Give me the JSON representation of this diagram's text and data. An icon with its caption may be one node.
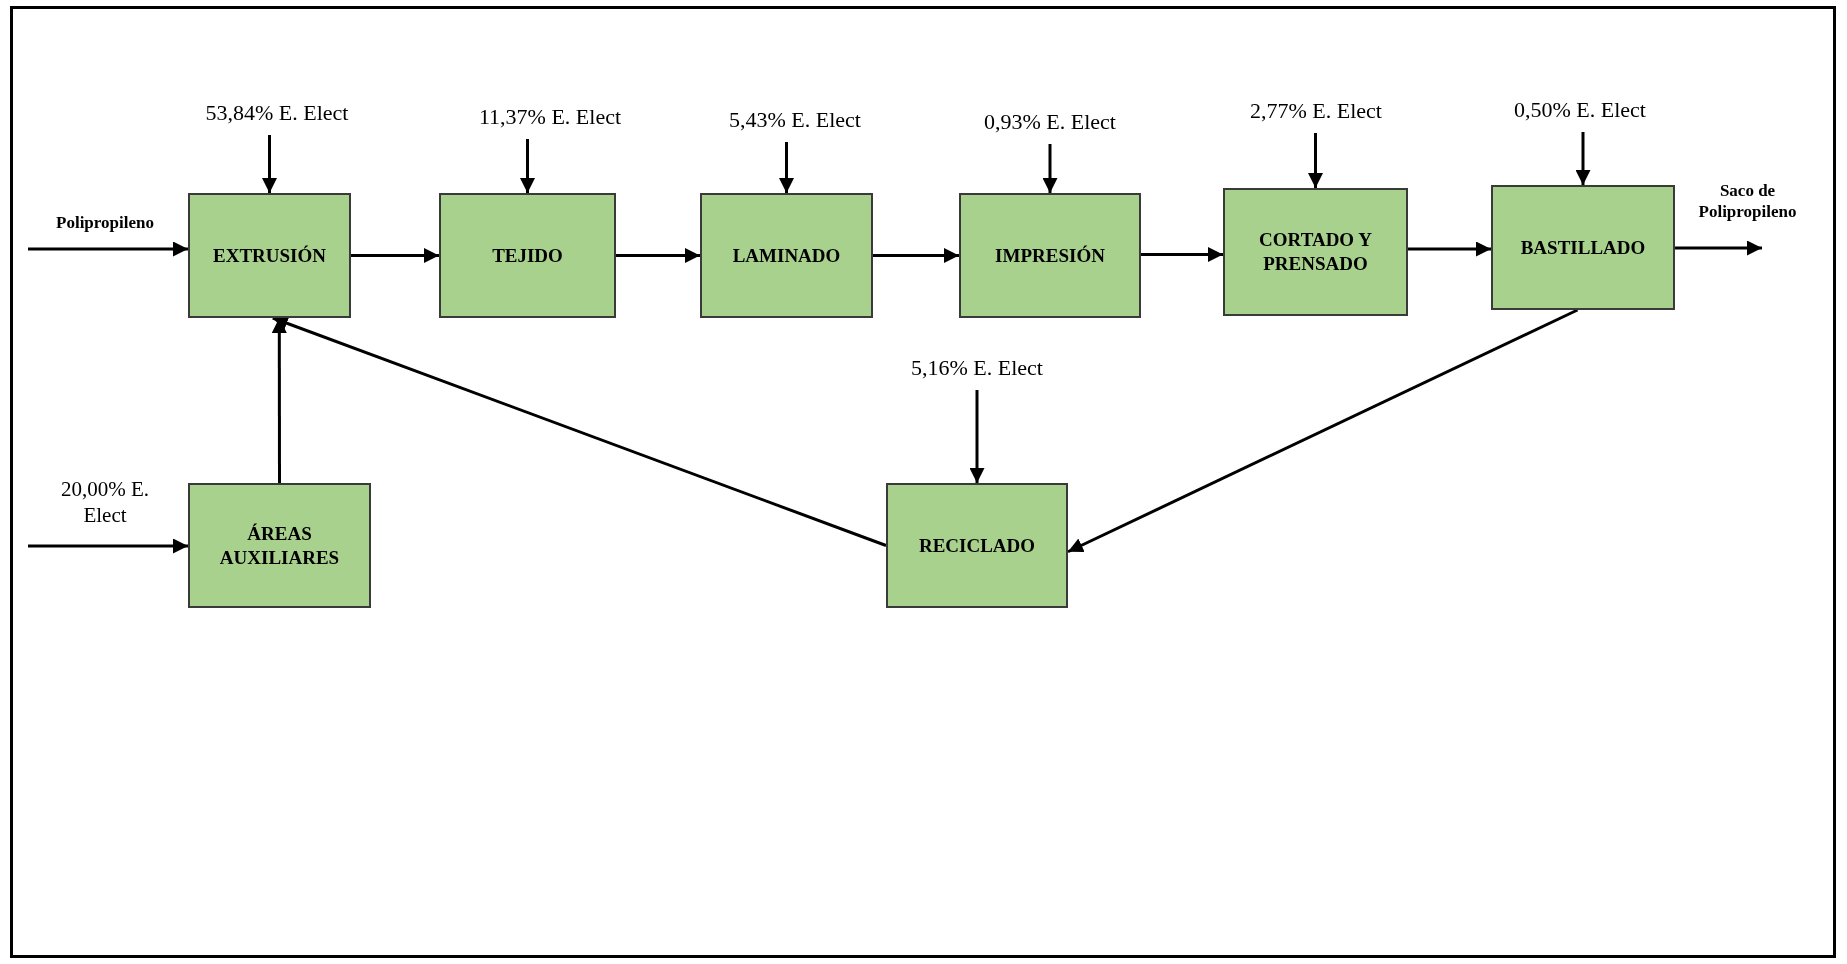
{
  "diagram": {
    "nodes": [
      {
        "text": [
          "53,84% E. Elect"
        ]
      },
      {
        "text": [
          "EXTRUSIÓN"
        ]
      },
      {
        "text": [
          "11,37% E. Elect"
        ]
      },
      {
        "text": [
          "TEJIDO"
        ]
      },
      {
        "text": [
          "5,43% E. Elect"
        ]
      },
      {
        "text": [
          "LAMINADO"
        ]
      },
      {
        "text": [
          "0,93% E. Elect"
        ]
      },
      {
        "text": [
          "IMPRESIÓN"
        ]
      },
      {
        "text": [
          "2,77% E. Elect"
        ]
      },
      {
        "text": [
          "CORTADO Y PRENSADO"
        ]
      },
      {
        "text": [
          "0,50% E. Elect"
        ]
      },
      {
        "text": [
          "BASTILLADO"
        ]
      },
      {
        "text": [
          "5,16% E. Elect"
        ]
      },
      {
        "text": [
          "ÁREAS AUXILIARES"
        ]
      },
      {
        "text": [
          "RECICLADO"
        ]
      }
    ],
    "edges": [
      {
        "from": null,
        "to": 1,
        "arrow": "to",
        "label": "Polipropileno"
      },
      {
        "from": 0,
        "to": 1,
        "arrow": "to"
      },
      {
        "from": 1,
        "to": 3,
        "arrow": "to"
      },
      {
        "from": 2,
        "to": 3,
        "arrow": "to"
      },
      {
        "from": 3,
        "to": 5,
        "arrow": "to"
      },
      {
        "from": 4,
        "to": 5,
        "arrow": "to"
      },
      {
        "from": 5,
        "to": 7,
        "arrow": "to"
      },
      {
        "from": 6,
        "to": 7,
        "arrow": "to"
      },
      {
        "from": 7,
        "to": 9,
        "arrow": "to"
      },
      {
        "from": 8,
        "to": 9,
        "arrow": "to"
      },
      {
        "from": 9,
        "to": 11,
        "arrow": "to"
      },
      {
        "from": 10,
        "to": 11,
        "arrow": "to"
      },
      {
        "from": 11,
        "to": null,
        "arrow": "to",
        "label": "Saco de Polipropileno"
      },
      {
        "from": null,
        "to": 13,
        "arrow": "to",
        "label": "20,00% E. Elect"
      },
      {
        "from": 13,
        "to": 1,
        "arrow": "to"
      },
      {
        "from": 11,
        "to": 14,
        "arrow": "to"
      },
      {
        "from": 14,
        "to": 1,
        "arrow": "to"
      },
      {
        "from": 12,
        "to": 14,
        "arrow": "to"
      }
    ]
  }
}
